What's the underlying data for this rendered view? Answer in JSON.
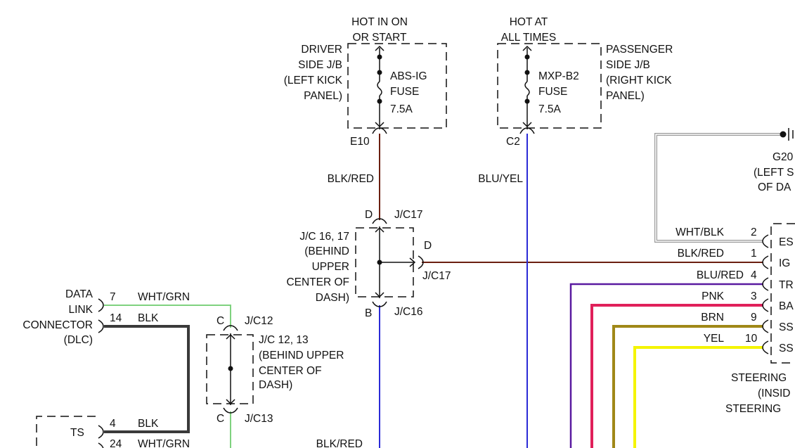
{
  "colors": {
    "blk_red": "#6b1f10",
    "blu_yel": "#2b2bd6",
    "blu_red": "#5a1aa0",
    "pnk": "#e0205a",
    "brn": "#a08818",
    "yel": "#f4f400",
    "wht_grn": "#7fd27f",
    "blk": "#3a3a3a",
    "wht_blk": "#999999",
    "blu_lower": "#2b2bd6"
  },
  "fuses": {
    "abs": {
      "hot_line1": "HOT IN ON",
      "hot_line2": "OR START",
      "location": [
        "DRIVER",
        "SIDE J/B",
        "(LEFT KICK",
        "PANEL)"
      ],
      "name": "ABS-IG",
      "type": "FUSE",
      "rating": "7.5A",
      "connector": "E10"
    },
    "mxp": {
      "hot_line1": "HOT AT",
      "hot_line2": "ALL TIMES",
      "location": [
        "PASSENGER",
        "SIDE J/B",
        "(RIGHT KICK",
        "PANEL)"
      ],
      "name": "MXP-B2",
      "type": "FUSE",
      "rating": "7.5A",
      "connector": "C2"
    }
  },
  "wires": {
    "blk_red_top": "BLK/RED",
    "blu_yel": "BLU/YEL",
    "blk_red_bottom": "BLK/RED"
  },
  "jc1617": {
    "label": [
      "J/C 16, 17",
      "(BEHIND",
      "UPPER",
      "CENTER OF",
      "DASH)"
    ],
    "pin_top": "D",
    "conn_top": "J/C17",
    "pin_side": "D",
    "conn_side": "J/C17",
    "pin_bottom": "B",
    "conn_bottom": "J/C16"
  },
  "jc1213": {
    "label": [
      "J/C 12, 13",
      "(BEHIND UPPER",
      "CENTER OF",
      "DASH)"
    ],
    "pin_top": "C",
    "conn_top": "J/C12",
    "pin_bottom": "C",
    "conn_bottom": "J/C13"
  },
  "dlc": {
    "label": [
      "DATA",
      "LINK",
      "CONNECTOR",
      "(DLC)"
    ],
    "pins": [
      {
        "pin": "7",
        "wire": "WHT/GRN"
      },
      {
        "pin": "14",
        "wire": "BLK"
      }
    ]
  },
  "ts": {
    "label": "TS",
    "pins": [
      {
        "pin": "4",
        "wire": "BLK"
      },
      {
        "pin": "24",
        "wire": "WHT/GRN"
      }
    ]
  },
  "ground": {
    "name": "G20",
    "location": [
      "(LEFT S",
      "OF DA"
    ]
  },
  "steering": {
    "pins": [
      {
        "wire": "WHT/BLK",
        "pin": "2",
        "term": "ES"
      },
      {
        "wire": "BLK/RED",
        "pin": "1",
        "term": "IG"
      },
      {
        "wire": "BLU/RED",
        "pin": "4",
        "term": "TR"
      },
      {
        "wire": "PNK",
        "pin": "3",
        "term": "BA"
      },
      {
        "wire": "BRN",
        "pin": "9",
        "term": "SS"
      },
      {
        "wire": "YEL",
        "pin": "10",
        "term": "SS"
      }
    ],
    "caption": [
      "STEERING",
      "(INSID",
      "STEERING"
    ]
  }
}
